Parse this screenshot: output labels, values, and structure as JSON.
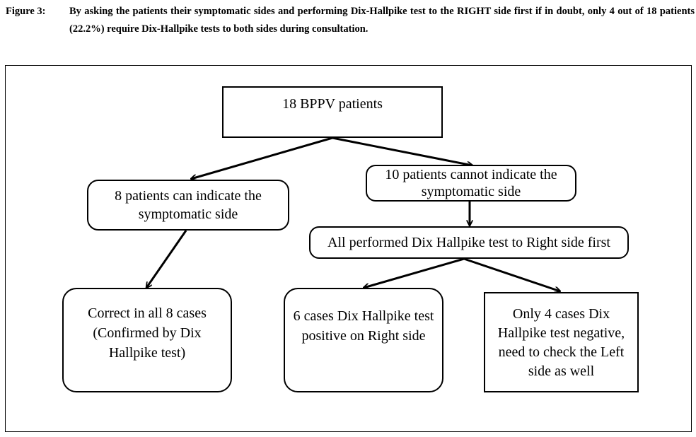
{
  "caption": {
    "label": "Figure 3:",
    "text": "By asking the patients their symptomatic sides and performing Dix-Hallpike test to the RIGHT side first if in doubt, only 4 out of 18 patients (22.2%) require Dix-Hallpike tests to both sides during consultation."
  },
  "nodes": {
    "root": "18 BPPV patients",
    "can_indicate": "8 patients can indicate the symptomatic side",
    "cannot_indicate": "10 patients cannot indicate the symptomatic side",
    "right_first": "All performed Dix Hallpike test to Right side first",
    "correct": "Correct in all 8 cases (Confirmed by Dix Hallpike test)",
    "positive_right": "6 cases Dix Hallpike test positive on Right side",
    "negative_check_left": "Only 4 cases Dix Hallpike test negative, need to check the Left side as well"
  },
  "colors": {
    "ink": "#000000",
    "background": "#ffffff"
  }
}
